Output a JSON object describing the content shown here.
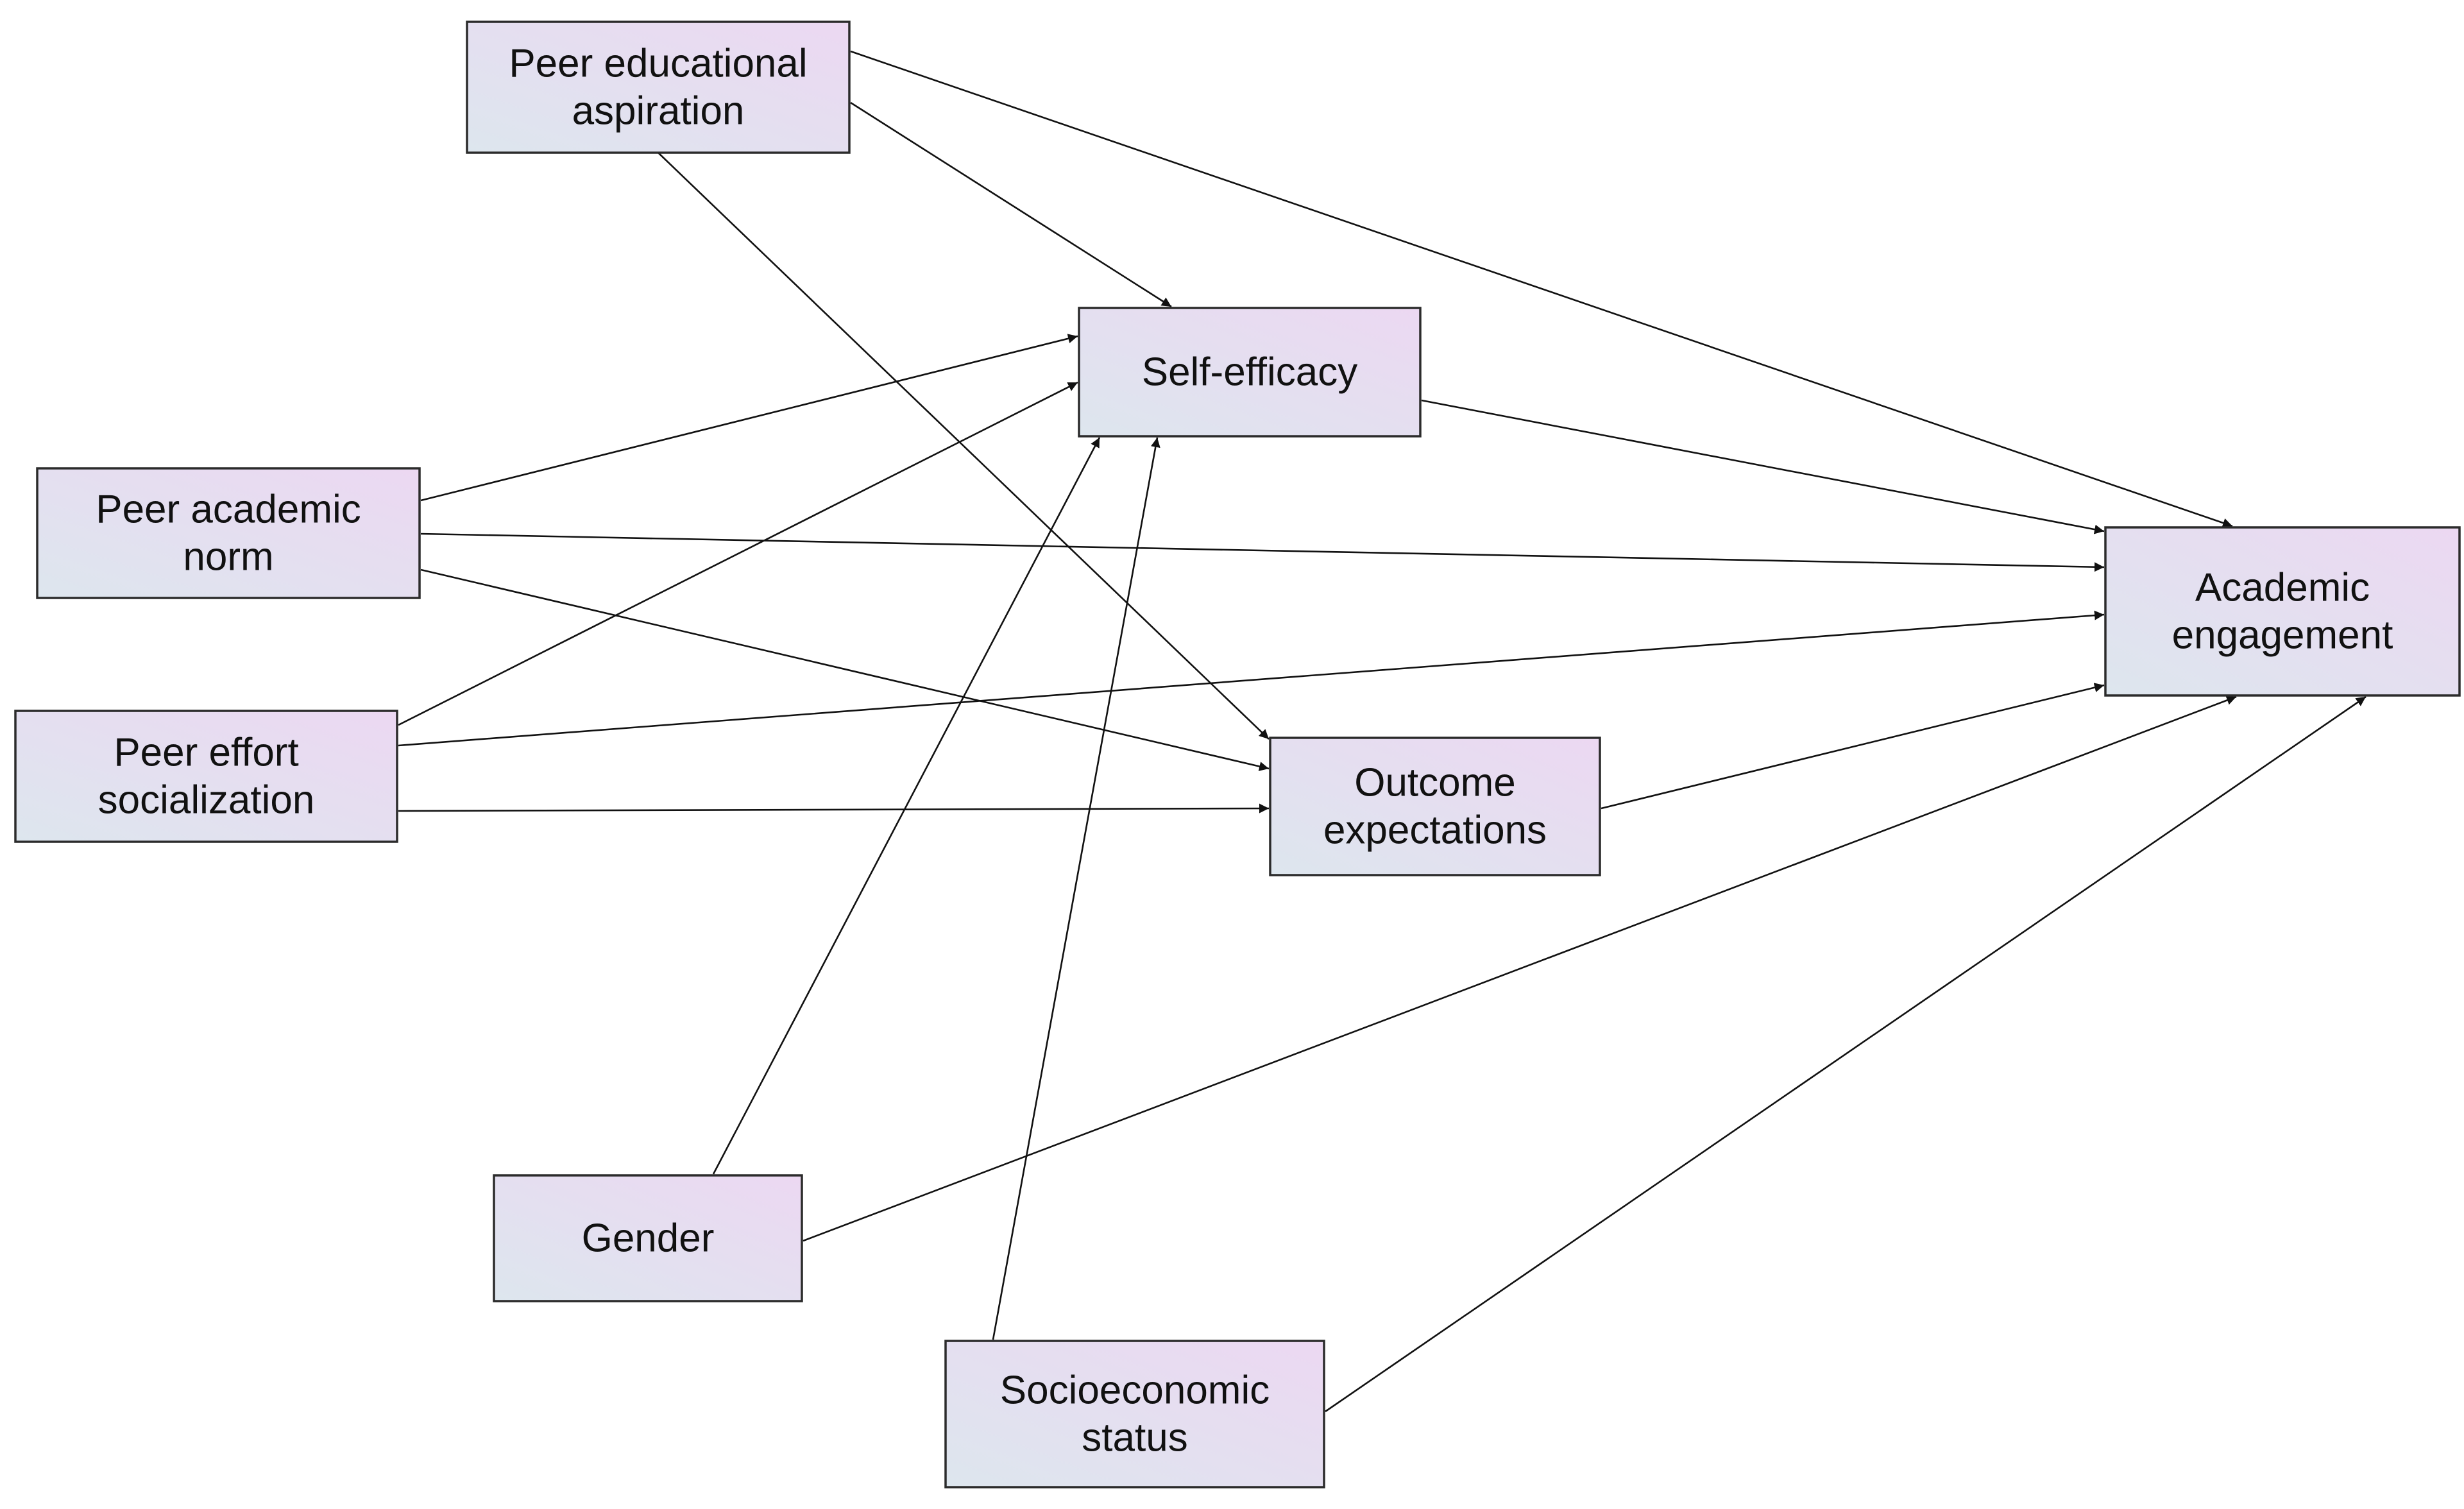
{
  "diagram": {
    "colors": {
      "node_fill_start": "#dde6ee",
      "node_fill_end": "#ecd8f2",
      "node_border": "#2b2b2b",
      "edge": "#111111",
      "text": "#111111"
    },
    "nodes": [
      {
        "id": "peer-educational-aspiration",
        "lines": [
          "Peer educational",
          "aspiration"
        ]
      },
      {
        "id": "self-efficacy",
        "lines": [
          "Self-efficacy"
        ]
      },
      {
        "id": "peer-academic-norm",
        "lines": [
          "Peer academic",
          "norm"
        ]
      },
      {
        "id": "peer-effort-socialization",
        "lines": [
          "Peer effort",
          "socialization"
        ]
      },
      {
        "id": "outcome-expectations",
        "lines": [
          "Outcome",
          "expectations"
        ]
      },
      {
        "id": "academic-engagement",
        "lines": [
          "Academic",
          "engagement"
        ]
      },
      {
        "id": "gender",
        "lines": [
          "Gender"
        ]
      },
      {
        "id": "socioeconomic-status",
        "lines": [
          "Socioeconomic",
          "status"
        ]
      }
    ],
    "edges": [
      {
        "from": "peer-educational-aspiration",
        "to": "self-efficacy"
      },
      {
        "from": "peer-educational-aspiration",
        "to": "academic-engagement"
      },
      {
        "from": "peer-educational-aspiration",
        "to": "outcome-expectations"
      },
      {
        "from": "peer-academic-norm",
        "to": "self-efficacy"
      },
      {
        "from": "peer-academic-norm",
        "to": "academic-engagement"
      },
      {
        "from": "peer-academic-norm",
        "to": "outcome-expectations"
      },
      {
        "from": "peer-effort-socialization",
        "to": "self-efficacy"
      },
      {
        "from": "peer-effort-socialization",
        "to": "academic-engagement"
      },
      {
        "from": "peer-effort-socialization",
        "to": "outcome-expectations"
      },
      {
        "from": "self-efficacy",
        "to": "academic-engagement"
      },
      {
        "from": "outcome-expectations",
        "to": "academic-engagement"
      },
      {
        "from": "gender",
        "to": "self-efficacy"
      },
      {
        "from": "gender",
        "to": "academic-engagement"
      },
      {
        "from": "socioeconomic-status",
        "to": "self-efficacy"
      },
      {
        "from": "socioeconomic-status",
        "to": "academic-engagement"
      }
    ]
  }
}
